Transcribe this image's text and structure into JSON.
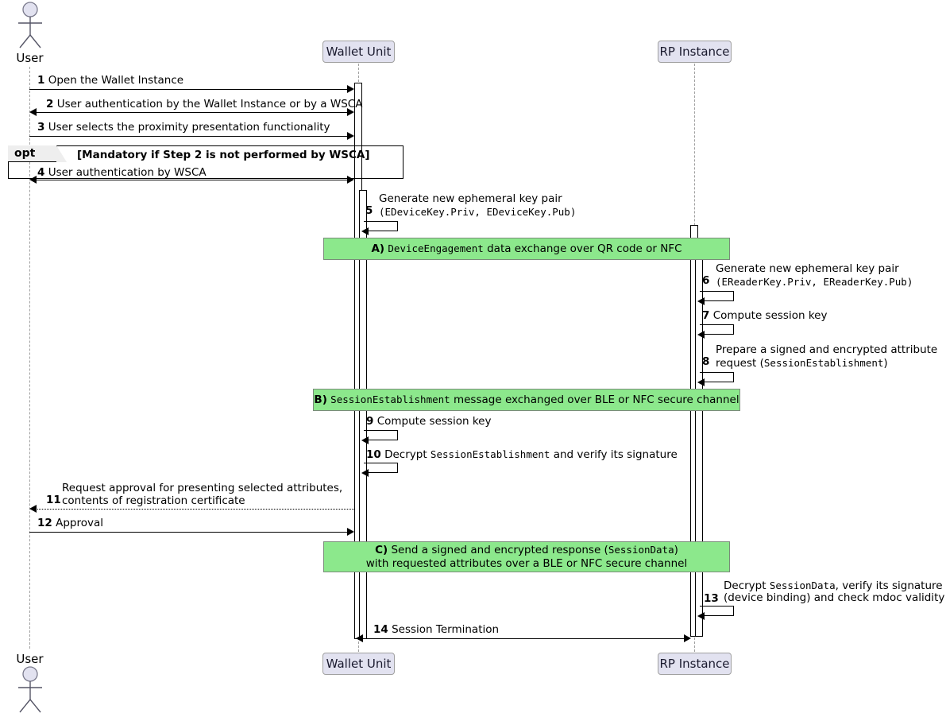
{
  "title": "Proximity presentation sequence diagram",
  "colors": {
    "participant_fill": "#E2E2F0",
    "participant_border": "#A0A0A0",
    "note_green_fill": "#8CE88C",
    "note_green_border": "#7A8C7A",
    "lifeline": "#A0A0A0",
    "line": "#000000",
    "fragment_tab_fill": "#EEEEEE"
  },
  "participants": [
    {
      "id": "user",
      "label": "User",
      "type": "actor"
    },
    {
      "id": "wallet",
      "label": "Wallet Unit",
      "type": "box"
    },
    {
      "id": "rp",
      "label": "RP Instance",
      "type": "box"
    }
  ],
  "footer_participants": [
    {
      "id": "user",
      "label": "User",
      "type": "actor"
    },
    {
      "id": "wallet",
      "label": "Wallet Unit",
      "type": "box"
    },
    {
      "id": "rp",
      "label": "RP Instance",
      "type": "box"
    }
  ],
  "fragment": {
    "kind": "opt",
    "label": "opt",
    "guard": "[Mandatory if Step 2 is not performed by WSCA]"
  },
  "messages": [
    {
      "num": "1",
      "text": "Open the Wallet Instance",
      "from": "user",
      "to": "wallet",
      "style": "solid",
      "direction": "right"
    },
    {
      "num": "2",
      "text": "User authentication by the Wallet Instance or by a WSCA",
      "from": "user",
      "to": "wallet",
      "style": "solid",
      "direction": "both"
    },
    {
      "num": "3",
      "text": "User selects the proximity presentation functionality",
      "from": "user",
      "to": "wallet",
      "style": "solid",
      "direction": "right"
    },
    {
      "num": "4",
      "text": "User authentication by WSCA",
      "from": "user",
      "to": "wallet",
      "style": "solid",
      "direction": "both"
    },
    {
      "num": "5",
      "text": "Generate new ephemeral key pair",
      "text2_mono": "(EDeviceKey.Priv, EDeviceKey.Pub)",
      "from": "wallet",
      "to": "wallet",
      "style": "solid",
      "direction": "self"
    },
    {
      "num": "6",
      "text": "Generate new ephemeral key pair",
      "text2_mono": "(EReaderKey.Priv, EReaderKey.Pub)",
      "from": "rp",
      "to": "rp",
      "style": "solid",
      "direction": "self"
    },
    {
      "num": "7",
      "text": "Compute session key",
      "from": "rp",
      "to": "rp",
      "style": "solid",
      "direction": "self"
    },
    {
      "num": "8",
      "text": "Prepare a signed and encrypted attribute",
      "text2": "request (",
      "text2_mono": "SessionEstablishment",
      "text2_tail": ")",
      "from": "rp",
      "to": "rp",
      "style": "solid",
      "direction": "self"
    },
    {
      "num": "9",
      "text": "Compute session key",
      "from": "wallet",
      "to": "wallet",
      "style": "solid",
      "direction": "self"
    },
    {
      "num": "10",
      "text": "Decrypt ",
      "text_mono": "SessionEstablishment",
      "text_tail": " and verify its signature",
      "from": "wallet",
      "to": "wallet",
      "style": "solid",
      "direction": "self"
    },
    {
      "num": "11",
      "text": "Request approval for presenting selected attributes,",
      "text2": "contents of registration certificate",
      "from": "wallet",
      "to": "user",
      "style": "dotted",
      "direction": "left"
    },
    {
      "num": "12",
      "text": "Approval",
      "from": "user",
      "to": "wallet",
      "style": "solid",
      "direction": "right"
    },
    {
      "num": "13",
      "text": "Decrypt ",
      "text_mono": "SessionData",
      "text_tail": ", verify its signature",
      "text2": "(device binding) and check mdoc validity",
      "from": "rp",
      "to": "rp",
      "style": "solid",
      "direction": "self"
    },
    {
      "num": "14",
      "text": "Session Termination",
      "from": "wallet",
      "to": "rp",
      "style": "solid",
      "direction": "both"
    }
  ],
  "notes": [
    {
      "id": "A",
      "marker": "A)",
      "line1_pre": "",
      "line1_mono": "DeviceEngagement",
      "line1_post": " data exchange over QR code or NFC",
      "line2": ""
    },
    {
      "id": "B",
      "marker": "B)",
      "line1_pre": "",
      "line1_mono": "SessionEstablishment",
      "line1_post": " message exchanged over BLE or NFC secure channel",
      "line2": ""
    },
    {
      "id": "C",
      "marker": "C)",
      "line1_pre": "Send a signed and encrypted response (",
      "line1_mono": "SessionData",
      "line1_post": ")",
      "line2": "with requested attributes over a BLE or NFC secure channel"
    }
  ]
}
